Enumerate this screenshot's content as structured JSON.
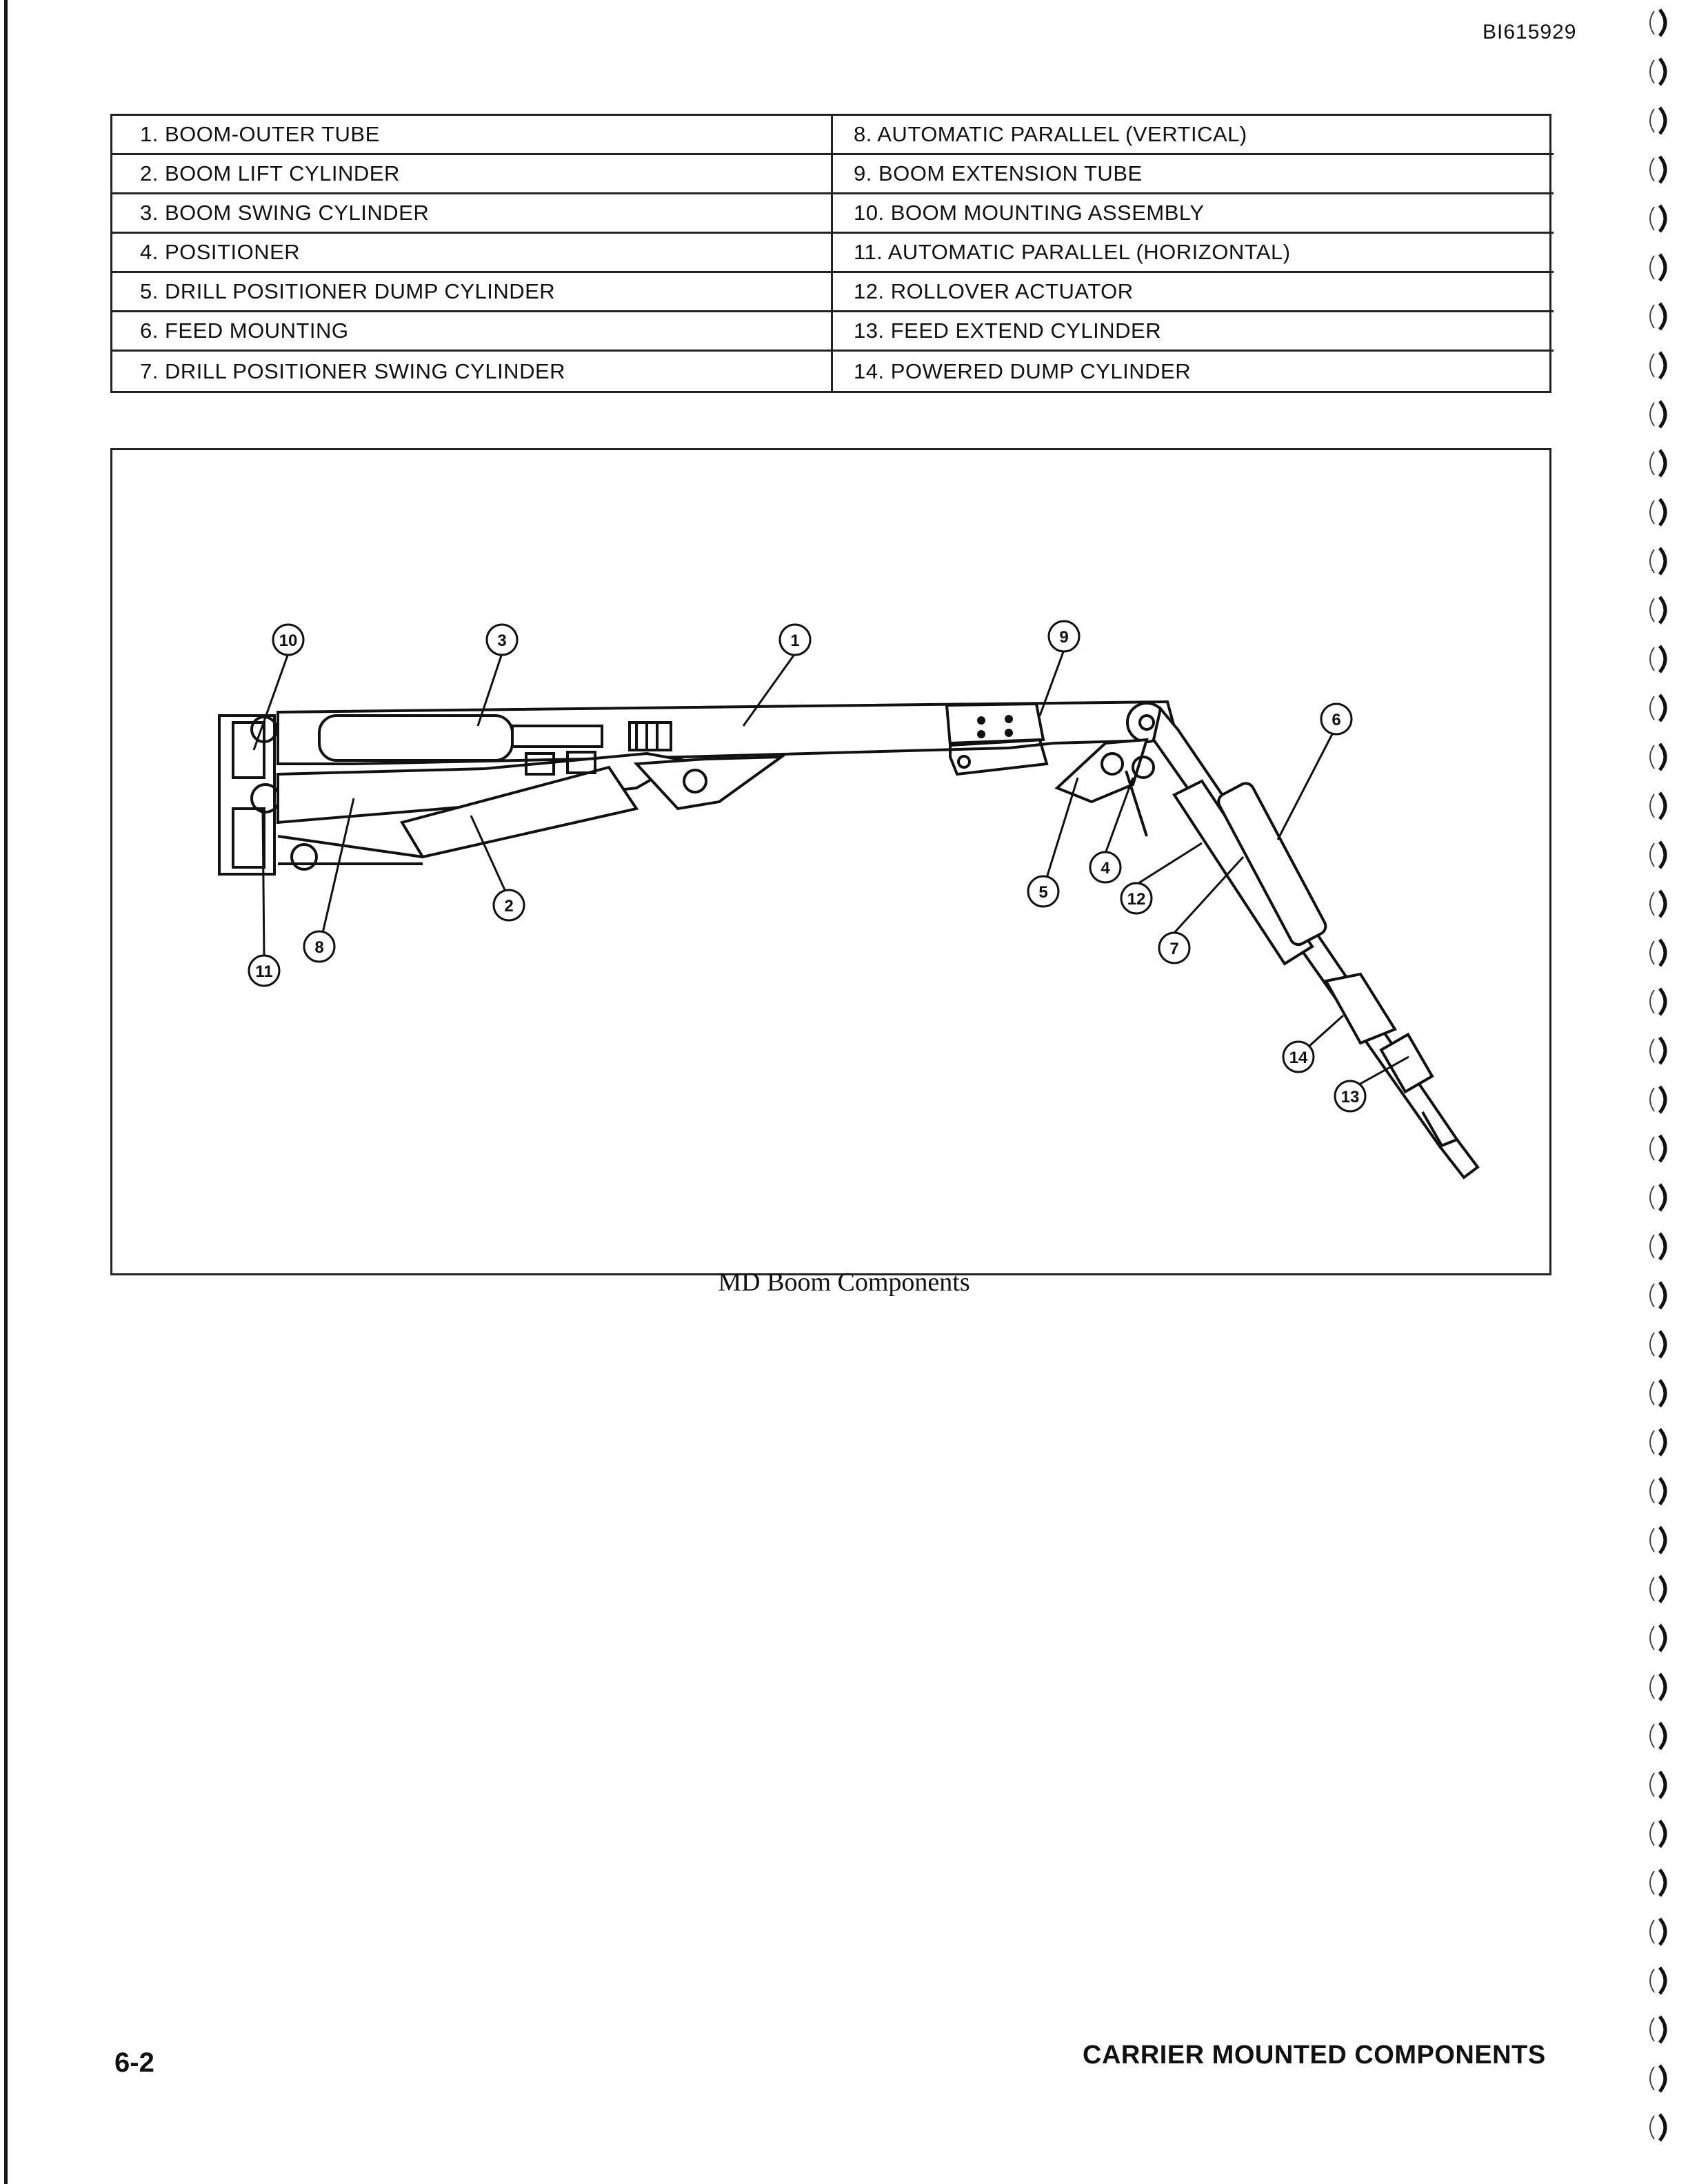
{
  "doc_id": "BI615929",
  "legend": {
    "left": [
      "1. BOOM-OUTER TUBE",
      "2. BOOM LIFT CYLINDER",
      "3. BOOM SWING CYLINDER",
      "4. POSITIONER",
      "5. DRILL POSITIONER DUMP CYLINDER",
      "6. FEED MOUNTING",
      "7. DRILL POSITIONER SWING CYLINDER"
    ],
    "right": [
      "8. AUTOMATIC PARALLEL (VERTICAL)",
      "9. BOOM EXTENSION TUBE",
      "10. BOOM MOUNTING ASSEMBLY",
      "11. AUTOMATIC PARALLEL (HORIZONTAL)",
      "12. ROLLOVER ACTUATOR",
      "13. FEED EXTEND CYLINDER",
      "14. POWERED DUMP CYLINDER"
    ]
  },
  "figure": {
    "callouts": [
      "10",
      "3",
      "1",
      "9",
      "6",
      "5",
      "4",
      "12",
      "7",
      "2",
      "8",
      "11",
      "14",
      "13"
    ]
  },
  "caption": "MD Boom Components",
  "footer": {
    "page_number": "6-2",
    "section_title": "CARRIER MOUNTED COMPONENTS"
  }
}
